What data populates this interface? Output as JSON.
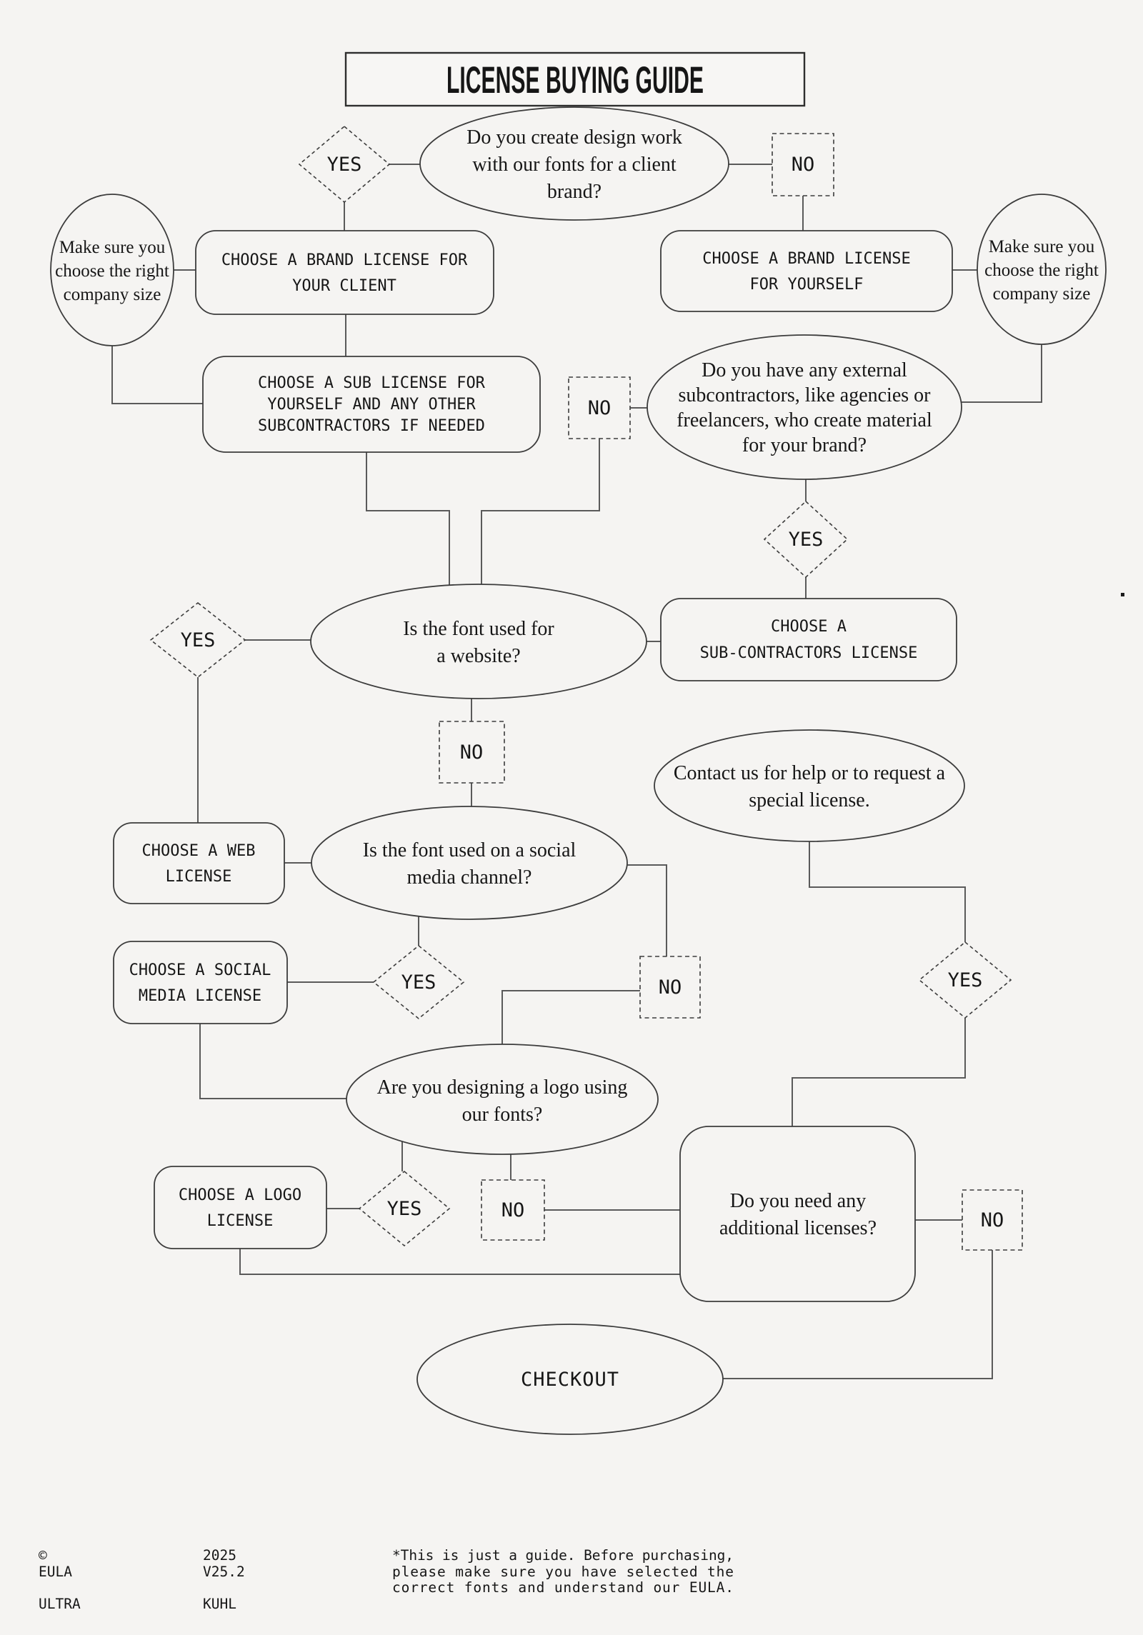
{
  "title": "LICENSE BUYING GUIDE",
  "labels": {
    "yes": "YES",
    "no": "NO"
  },
  "colors": {
    "background": "#f5f4f2",
    "line": "#3c3c3c",
    "connector": "#5a5a5a",
    "text": "#161616"
  },
  "nodes": {
    "q_client": {
      "l1": "Do you create design work",
      "l2": "with our fonts for a client",
      "l3": "brand?"
    },
    "note_left": {
      "l1": "Make sure you",
      "l2": "choose the right",
      "l3": "company size"
    },
    "note_right": {
      "l1": "Make sure you",
      "l2": "choose the right",
      "l3": "company size"
    },
    "brand_client": {
      "l1": "CHOOSE A BRAND LICENSE FOR",
      "l2": "YOUR CLIENT"
    },
    "brand_self": {
      "l1": "CHOOSE A BRAND LICENSE",
      "l2": "FOR YOURSELF"
    },
    "sub_license": {
      "l1": "CHOOSE A SUB LICENSE FOR",
      "l2": "YOURSELF AND ANY OTHER",
      "l3": "SUBCONTRACTORS IF NEEDED"
    },
    "q_subcontractors": {
      "l1": "Do you have any external",
      "l2": "subcontractors, like agencies or",
      "l3": "freelancers, who create material",
      "l4": "for your brand?"
    },
    "subcontractors_license": {
      "l1": "CHOOSE A",
      "l2": "SUB-CONTRACTORS LICENSE"
    },
    "q_website": {
      "l1": "Is the font used for",
      "l2": "a website?"
    },
    "web_license": {
      "l1": "CHOOSE A WEB",
      "l2": "LICENSE"
    },
    "q_social": {
      "l1": "Is the font used on a social",
      "l2": "media channel?"
    },
    "contact": {
      "l1": "Contact us for help or to request a",
      "l2": "special license."
    },
    "social_license": {
      "l1": "CHOOSE A SOCIAL",
      "l2": "MEDIA LICENSE"
    },
    "q_logo": {
      "l1": "Are you designing a logo using",
      "l2": "our fonts?"
    },
    "logo_license": {
      "l1": "CHOOSE A LOGO",
      "l2": "LICENSE"
    },
    "additional": {
      "l1": "Do you need any",
      "l2": "additional licenses?"
    },
    "checkout": {
      "l1": "CHECKOUT"
    }
  },
  "footer": {
    "col1": {
      "l1": "©",
      "l2": "EULA",
      "l3": "ULTRA"
    },
    "col2": {
      "l1": "2025",
      "l2": "V25.2",
      "l3": "KUHL"
    },
    "note": {
      "l1": "*This is just a guide. Before purchasing,",
      "l2": "please make sure you have selected the",
      "l3": "correct fonts and understand our EULA."
    }
  }
}
